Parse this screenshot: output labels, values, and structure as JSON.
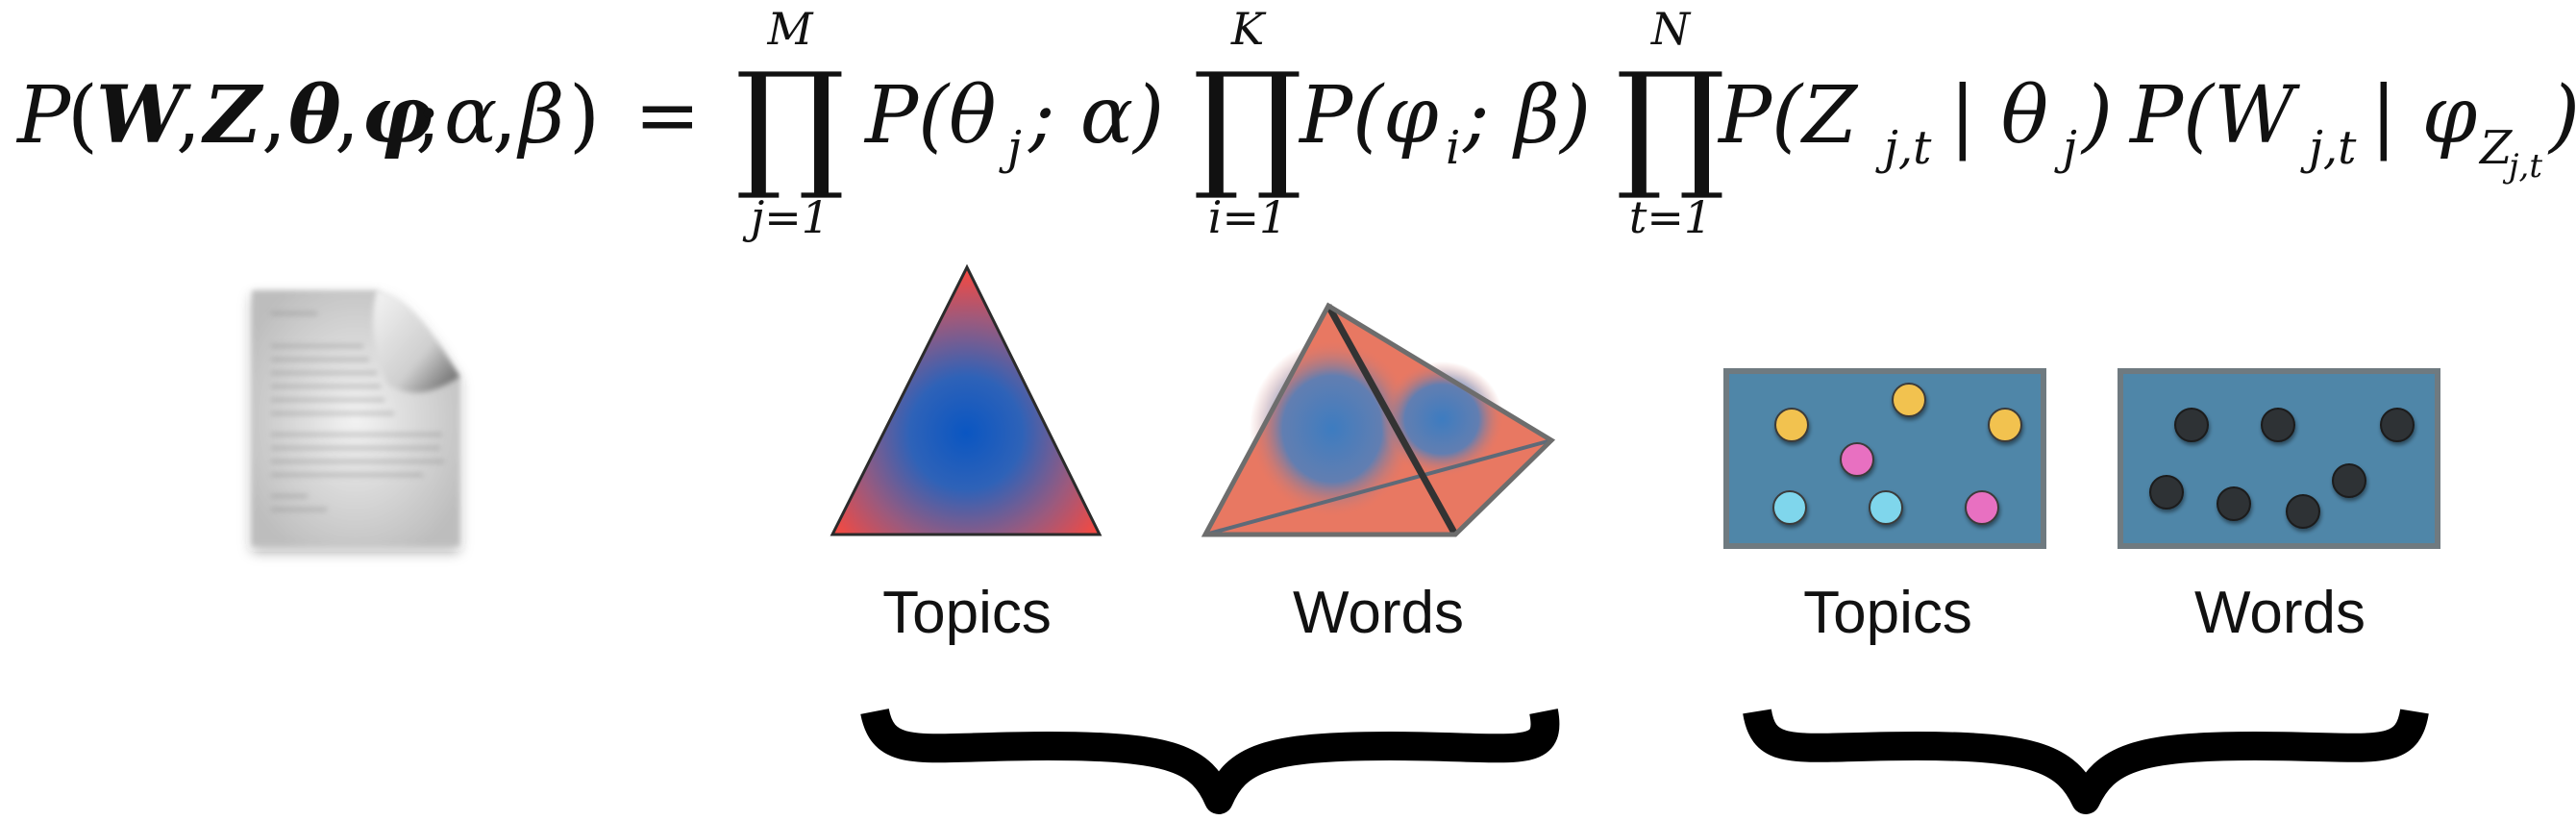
{
  "equation": {
    "P": "P",
    "open_paren": "(",
    "W": "W",
    "comma1": ",",
    "Z": "Z",
    "comma2": ",",
    "theta": "θ",
    "comma3": ",",
    "phi": "φ",
    "semicolon1": ";",
    "alpha": "α",
    "comma4": ",",
    "beta": "β",
    "close_paren": ")",
    "equals": "=",
    "prod_symbol": "∏",
    "prod1_upper": "M",
    "prod1_lower": "j=1",
    "term1": "P(θ",
    "term1_sub": "j",
    "term1_rest": "; α)",
    "prod2_upper": "K",
    "prod2_lower": "i=1",
    "term2": "P(φ",
    "term2_sub": "i",
    "term2_rest": "; β)",
    "prod3_upper": "N",
    "prod3_lower": "t=1",
    "term3": "P(Z",
    "term3_sub": "j,t",
    "term3_mid": " | θ",
    "term3_sub2": "j",
    "term3_rest": ")",
    "term4": "P(W",
    "term4_sub": "j,t",
    "term4_mid": " | φ",
    "term4_sub2": "Z",
    "term4_subsub": "j,t",
    "term4_rest": ")"
  },
  "labels": {
    "topics_left": "Topics",
    "words_left": "Words",
    "topics_right": "Topics",
    "words_right": "Words"
  },
  "icons": {
    "document": "document-icon",
    "topics_simplex": "triangle-simplex-icon",
    "words_simplex": "tetrahedron-simplex-icon",
    "topics_panel": "colored-dots-panel-icon",
    "words_panel": "dark-dots-panel-icon",
    "brace_left": "curly-brace-icon",
    "brace_right": "curly-brace-icon"
  },
  "colors": {
    "simplex_red": "#e85a4f",
    "simplex_blue": "#1f5fbf",
    "panel_bg": "#4f86a8",
    "panel_border": "#6f7a80",
    "dot_yellow": "#f2c24f",
    "dot_pink": "#e86fc1",
    "dot_cyan": "#7fd6ec",
    "dot_dark": "#2d3136"
  }
}
